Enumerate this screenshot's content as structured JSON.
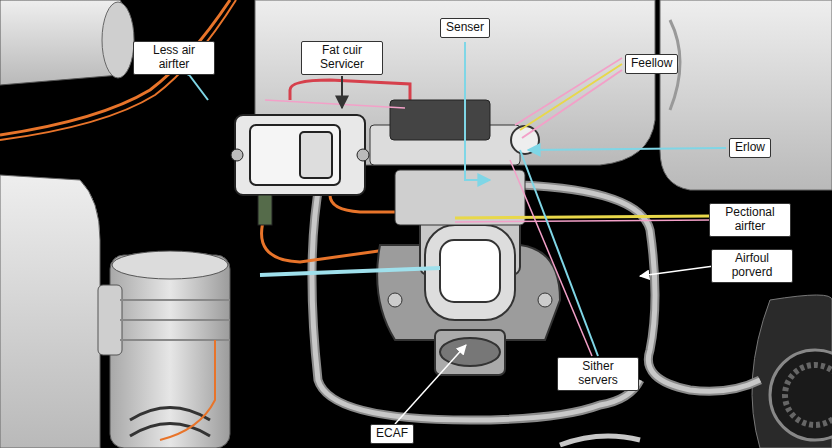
{
  "diagram": {
    "nodes": [
      {
        "text": [
          "Less air airfter"
        ]
      },
      {
        "text": [
          "Fat cuir Servicer"
        ]
      },
      {
        "text": [
          "Senser"
        ]
      },
      {
        "text": [
          "Feellow"
        ]
      },
      {
        "text": [
          "Erlow"
        ]
      },
      {
        "text": [
          "Pectional airfter"
        ]
      },
      {
        "text": [
          "Airfoul porverd"
        ]
      },
      {
        "text": [
          "Sither servers"
        ]
      },
      {
        "text": [
          "ECAF"
        ]
      }
    ]
  }
}
